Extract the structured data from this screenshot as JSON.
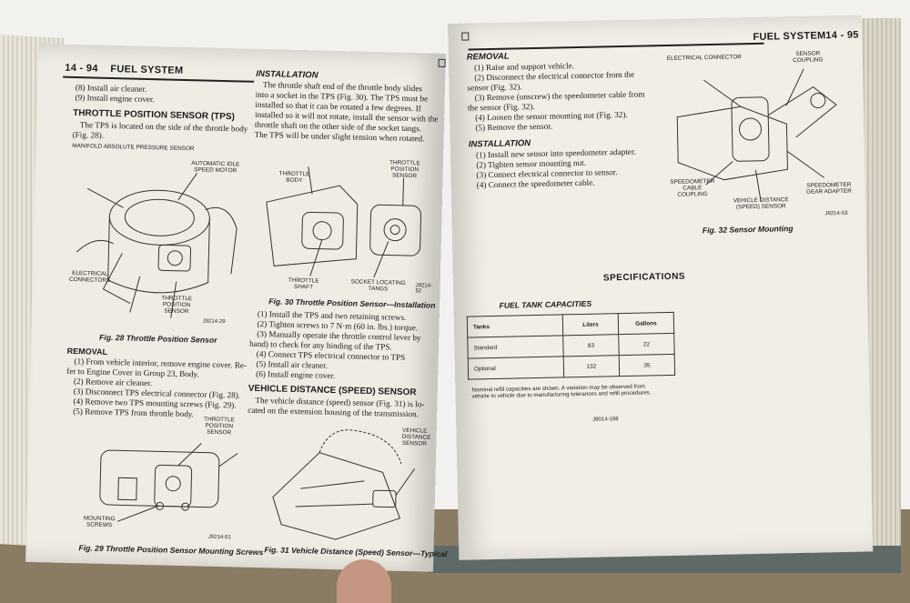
{
  "left_page": {
    "page_number": "14 - 94",
    "section": "FUEL SYSTEM",
    "intro_lines": [
      "(8) Install air cleaner.",
      "(9) Install engine cover."
    ],
    "tps": {
      "heading": "THROTTLE POSITION SENSOR (TPS)",
      "lines": [
        "The TPS is located on the side of the throttle body",
        "(Fig. 28)."
      ]
    },
    "fig28": {
      "labels": {
        "map": "MANIFOLD ABSOLUTE PRESSURE SENSOR",
        "ais": "AUTOMATIC IDLE SPEED MOTOR",
        "elec": "ELECTRICAL CONNECTORS",
        "tps": "THROTTLE POSITION SENSOR"
      },
      "code": "J9214-29",
      "caption": "Fig. 28 Throttle Position Sensor"
    },
    "removal": {
      "heading": "REMOVAL",
      "lines": [
        "(1) From vehicle interior, remove engine cover. Re-",
        "fer to Engine Cover in Group 23, Body.",
        "(2) Remove air cleaner.",
        "(3) Disconnect TPS electrical connector (Fig. 28).",
        "(4) Remove two TPS mounting screws (Fig. 29).",
        "(5) Remove TPS from throttle body."
      ]
    },
    "fig29": {
      "labels": {
        "tps": "THROTTLE POSITION SENSOR",
        "screws": "MOUNTING SCREWS"
      },
      "code": "J9214-51",
      "caption": "Fig. 29 Throttle Position Sensor Mounting Screws"
    },
    "installation": {
      "heading": "INSTALLATION",
      "lines": [
        "The throttle shaft end of the throttle body slides",
        "into a socket in the TPS (Fig. 30). The TPS must be",
        "installed so that it can be rotated a few degrees. If",
        "installed so it will not rotate, install the sensor with the",
        "throttle shaft on the other side of the socket tangs.",
        "The TPS will be under slight tension when rotated."
      ]
    },
    "fig30": {
      "labels": {
        "body": "THROTTLE BODY",
        "tps": "THROTTLE POSITION SENSOR",
        "shaft": "THROTTLE SHAFT",
        "tangs": "SOCKET LOCATING TANGS"
      },
      "code": "J9214-52",
      "caption": "Fig. 30 Throttle Position Sensor—Installation"
    },
    "install_steps": [
      "(1) Install the TPS and two retaining screws.",
      "(2) Tighten screws to 7 N·m (60 in. lbs.) torque.",
      "(3) Manually operate the throttle control lever by",
      "hand) to check for any binding of the TPS.",
      "(4) Connect TPS electrical connector to TPS",
      "(5) Install air cleaner.",
      "(6) Install engine cover."
    ],
    "vss": {
      "heading": "VEHICLE DISTANCE (SPEED) SENSOR",
      "lines": [
        "The vehicle distance (speed) sensor (Fig. 31) is lo-",
        "cated on the extension housing of the transmission."
      ]
    },
    "fig31": {
      "labels": {
        "vss": "VEHICLE DISTANCE SENSOR"
      },
      "caption": "Fig. 31 Vehicle Distance (Speed) Sensor—Typical"
    }
  },
  "right_page": {
    "section": "FUEL SYSTEM",
    "page_number": "14 - 95",
    "removal": {
      "heading": "REMOVAL",
      "lines": [
        "(1) Raise and support vehicle.",
        "(2) Disconnect the electrical connector from the",
        "sensor (Fig. 32).",
        "(3) Remove (unscrew) the speedometer cable from",
        "the sensor (Fig. 32).",
        "(4) Loosen the sensor mounting nut (Fig. 32).",
        "(5) Remove the sensor."
      ]
    },
    "installation": {
      "heading": "INSTALLATION",
      "lines": [
        "(1) Install new sensor into speedometer adapter.",
        "(2) Tighten sensor mounting nut.",
        "(3) Connect electrical connector to sensor.",
        "(4) Connect the speedometer cable."
      ]
    },
    "fig32": {
      "labels": {
        "elec": "ELECTRICAL CONNECTOR",
        "coupling": "SENSOR COUPLING",
        "cable": "SPEEDOMETER CABLE COUPLING",
        "gear": "SPEEDOMETER GEAR ADAPTER",
        "vds": "VEHICLE DISTANCE (SPEED) SENSOR"
      },
      "code": "J9214-53",
      "caption": "Fig. 32 Sensor Mounting"
    },
    "specifications": {
      "heading": "SPECIFICATIONS",
      "fuel_tank": {
        "title": "FUEL TANK CAPACITIES",
        "col_tank": "Tanks",
        "col_liters": "Liters",
        "col_gallons": "Gallons",
        "rows": [
          {
            "name": "Standard",
            "liters": "83",
            "gallons": "22"
          },
          {
            "name": "Optional",
            "liters": "132",
            "gallons": "35"
          }
        ],
        "note": "Nominal refill capacities are shown. A variation may be observed from vehicle to vehicle due to manufacturing tolerances and refill procedures.",
        "code": "J9014-168"
      }
    }
  }
}
